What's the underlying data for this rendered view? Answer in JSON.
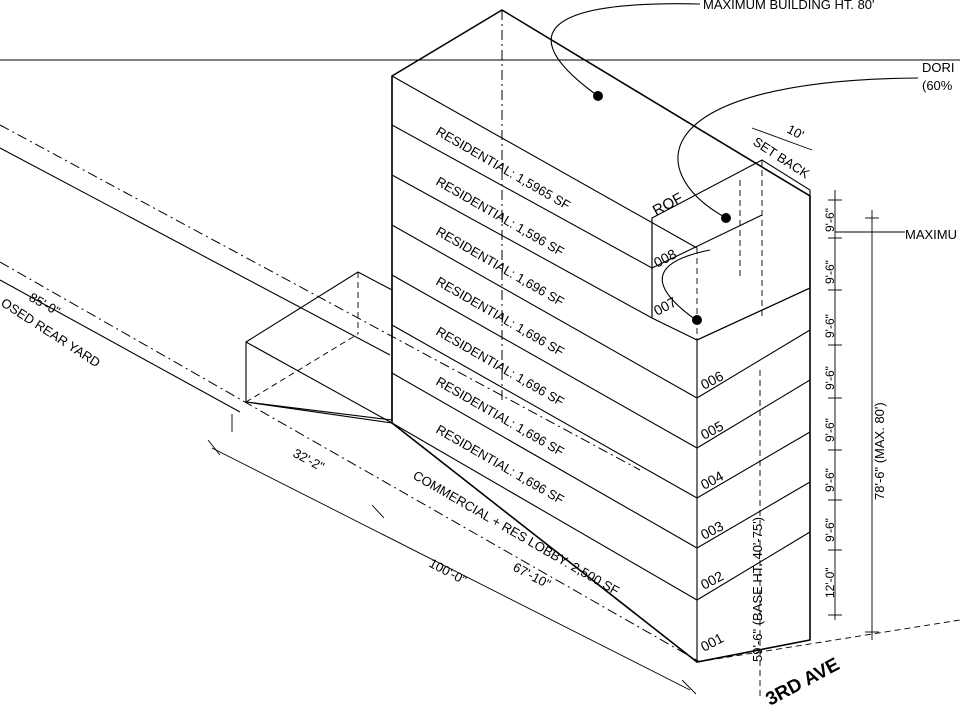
{
  "labels": {
    "max_building_height": "MAXIMUM BUILDING HT. 80'",
    "dormer_line1": "DORI",
    "dormer_line2": "(60%",
    "maximum_right": "MAXIMU",
    "setback_value": "10'",
    "setback_label": "SET BACK",
    "roof_label": "ROF",
    "rear_yard_dim": "85'-0\"",
    "rear_yard_label": "OSED REAR YARD",
    "street_name": "3RD AVE"
  },
  "floors": [
    {
      "number": "001",
      "use": "COMMERCIAL + RES LOBBY: 2,500 SF"
    },
    {
      "number": "002",
      "use": "RESIDENTIAL: 1,696 SF"
    },
    {
      "number": "003",
      "use": "RESIDENTIAL: 1,696 SF"
    },
    {
      "number": "004",
      "use": "RESIDENTIAL: 1,696 SF"
    },
    {
      "number": "005",
      "use": "RESIDENTIAL: 1,696 SF"
    },
    {
      "number": "006",
      "use": "RESIDENTIAL: 1,696 SF"
    },
    {
      "number": "007",
      "use": "RESIDENTIAL: 1,596 SF"
    },
    {
      "number": "008",
      "use": "RESIDENTIAL: 1,5965 SF"
    }
  ],
  "dimensions": {
    "frontage_total": "100'-0\"",
    "frontage_main": "67'-10\"",
    "frontage_rear": "32'-2\"",
    "base_height": "59'-6\" (BASE HT. 40'-75')",
    "total_height": "78'-6\" (MAX. 80')",
    "floor_heights": [
      "12'-0\"",
      "9'-6\"",
      "9'-6\"",
      "9'-6\"",
      "9'-6\"",
      "9'-6\"",
      "9'-6\"",
      "9'-6\""
    ]
  }
}
